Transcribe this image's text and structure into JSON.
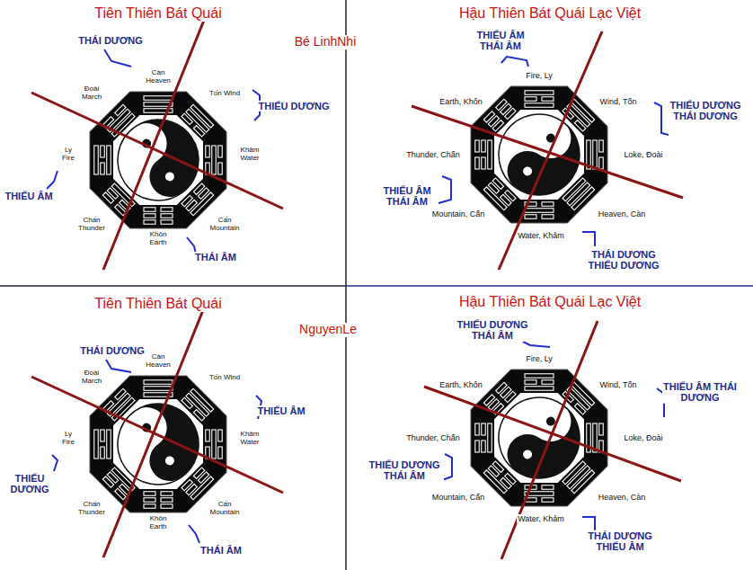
{
  "diagram": {
    "labels": [
      "Tiên Thiên Bát Quái",
      "THÁI DƯƠNG",
      "Càn Heaven",
      "Đoài March",
      "Tốn Wind",
      "THIẾU DƯƠNG",
      "Khảm Water",
      "Ly Fire",
      "THIẾU ÂM",
      "Chấn Thunder",
      "Cấn Mountain",
      "Khôn Earth",
      "THÁI ÂM",
      "Hậu Thiên Bát Quái Lạc Việt",
      "Bé LinhNhi",
      "THIẾU ÂM THÁI ÂM",
      "Fire, Ly",
      "Wind, Tốn",
      "THIẾU DƯƠNG THÁI DƯƠNG",
      "Earth, Khôn",
      "Thunder, Chấn",
      "Loke, Đoài",
      "THIẾU ÂM THÁI ÂM",
      "Mountain, Cấn",
      "Heaven, Càn",
      "Water, Khảm",
      "THÁI DƯƠNG THIẾU DƯƠNG",
      "Tiên Thiên Bát Quái",
      "NguyenLe",
      "THÁI DƯƠNG",
      "Càn Heaven",
      "Đoài March",
      "Tốn Wind",
      "THIẾU ÂM",
      "Khảm Water",
      "Ly Fire",
      "THIẾU DƯƠNG",
      "Chấn Thunder",
      "Cấn Mountain",
      "Khôn Earth",
      "THÁI ÂM",
      "Hậu Thiên Bát Quái Lạc Việt",
      "THIẾU DƯƠNG THÁI ÂM",
      "Fire, Ly",
      "Wind, Tốn",
      "THIẾU ÂM THÁI DƯƠNG",
      "Earth, Khôn",
      "Thunder, Chấn",
      "Loke, Đoài",
      "THIẾU DƯƠNG THÁI ÂM",
      "Mountain, Cấn",
      "Heaven, Càn",
      "Water, Khảm",
      "THÁI DƯƠNG THIẾU ÂM"
    ]
  }
}
